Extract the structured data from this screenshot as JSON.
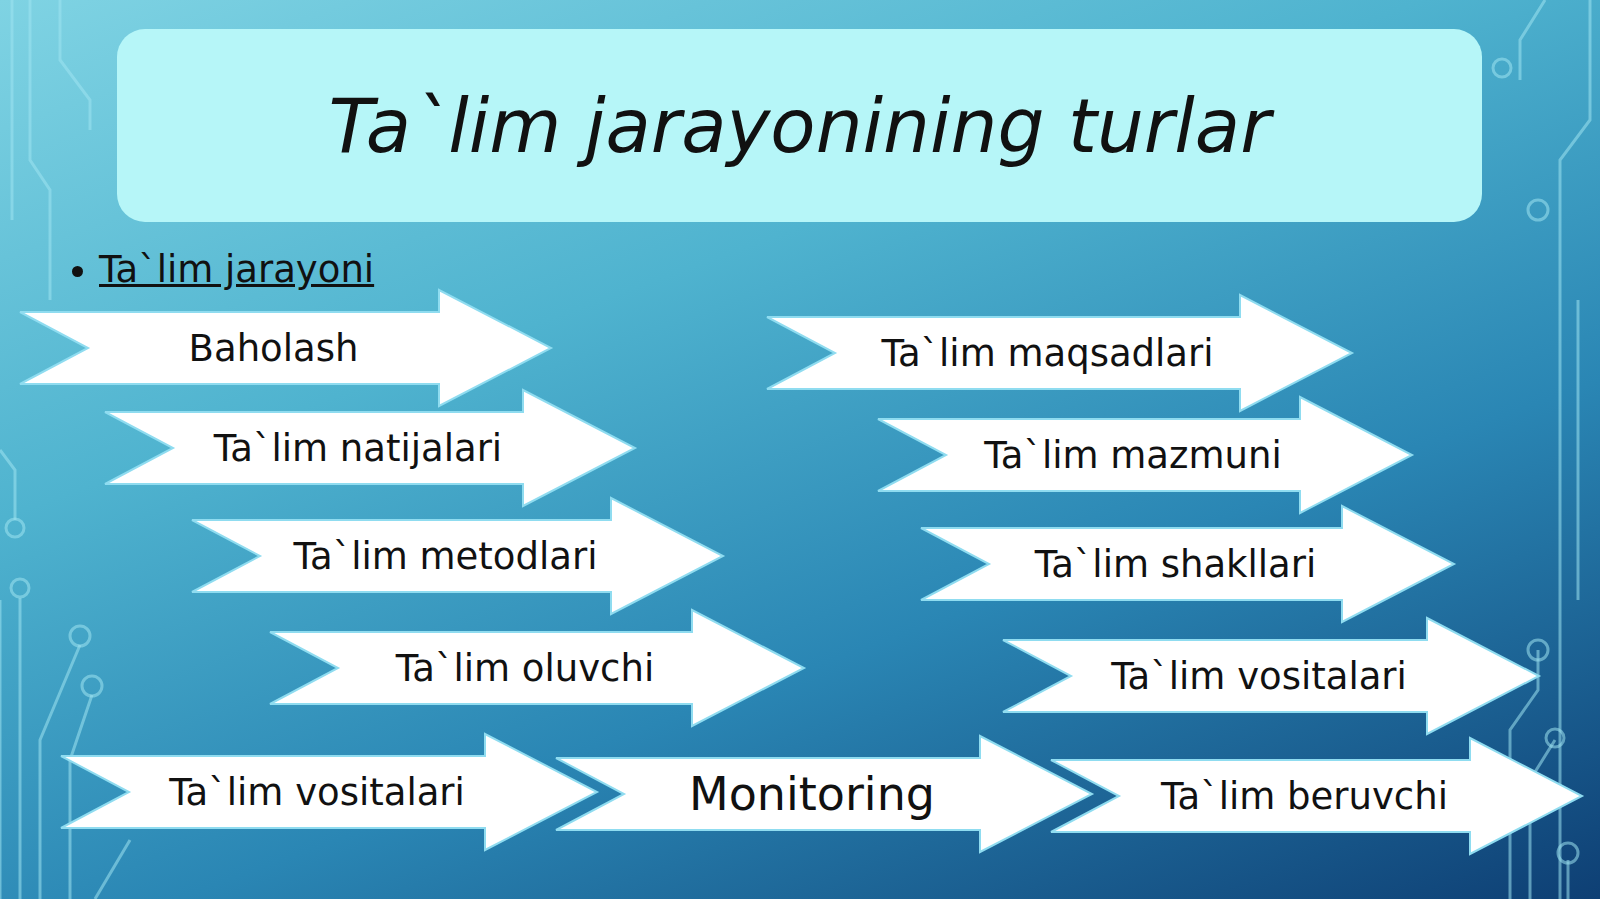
{
  "diagram": {
    "title": "Ta`lim jarayonining turlar",
    "nodes": [
      {
        "text": [
          "Baholash"
        ]
      },
      {
        "text": [
          "Ta`lim maqsadlari"
        ]
      },
      {
        "text": [
          "Ta`lim natijalari"
        ]
      },
      {
        "text": [
          "Ta`lim mazmuni"
        ]
      },
      {
        "text": [
          "Ta`lim metodlari"
        ]
      },
      {
        "text": [
          "Ta`lim shakllari"
        ]
      },
      {
        "text": [
          "Ta`lim oluvchi"
        ]
      },
      {
        "text": [
          "Ta`lim vositalari"
        ]
      },
      {
        "text": [
          "Ta`lim vositalari"
        ]
      },
      {
        "text": [
          "Monitoring"
        ]
      },
      {
        "text": [
          "Ta`lim beruvchi"
        ]
      }
    ],
    "labels": [
      "Ta`lim jarayoni"
    ]
  }
}
